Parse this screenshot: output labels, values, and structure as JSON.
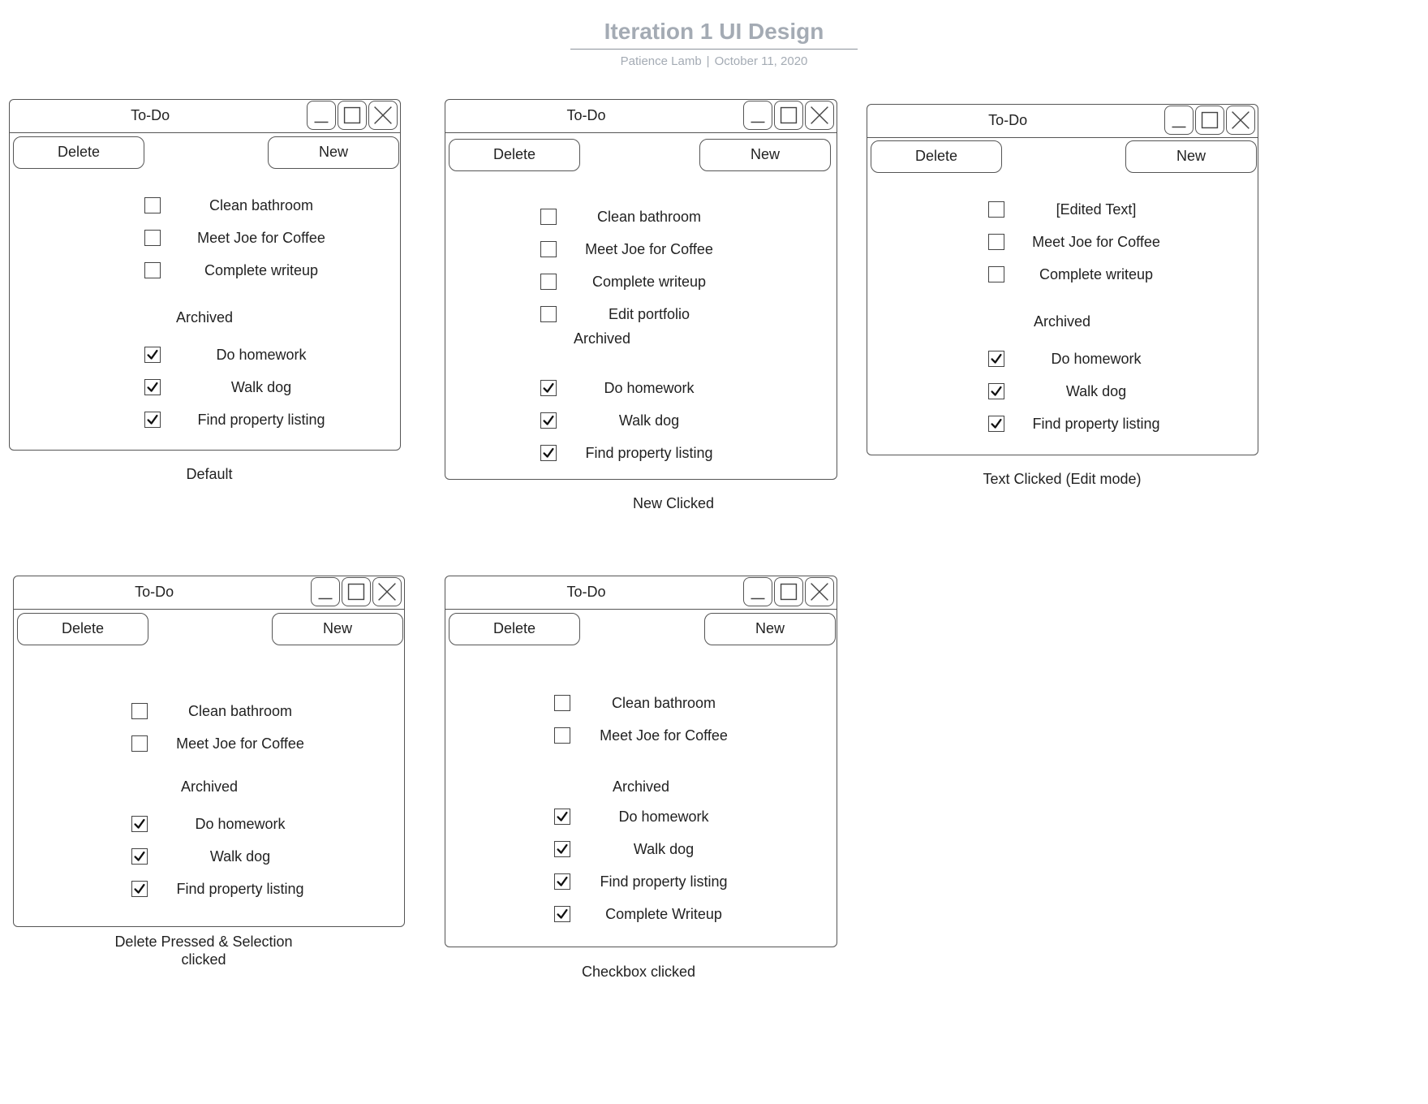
{
  "header": {
    "title": "Iteration 1 UI Design",
    "author": "Patience Lamb",
    "separator": "|",
    "date": "October 11, 2020"
  },
  "colors": {
    "stroke": "#555555",
    "text": "#222222",
    "header_text": "#a4abb4"
  },
  "icons": {
    "minimize": "minimize-icon",
    "maximize": "maximize-icon",
    "close": "close-icon",
    "check": "checkmark-icon"
  },
  "windows": [
    {
      "title": "To-Do",
      "delete_label": "Delete",
      "new_label": "New",
      "archived_label": "Archived",
      "caption": "Default",
      "active": [
        {
          "text": "Clean bathroom",
          "checked": false
        },
        {
          "text": "Meet Joe for Coffee",
          "checked": false
        },
        {
          "text": "Complete writeup",
          "checked": false
        }
      ],
      "archived": [
        {
          "text": "Do homework",
          "checked": true
        },
        {
          "text": "Walk dog",
          "checked": true
        },
        {
          "text": "Find property listing",
          "checked": true
        }
      ]
    },
    {
      "title": "To-Do",
      "delete_label": "Delete",
      "new_label": "New",
      "archived_label": "Archived",
      "caption": "New Clicked",
      "active": [
        {
          "text": "Clean bathroom",
          "checked": false
        },
        {
          "text": "Meet Joe for Coffee",
          "checked": false
        },
        {
          "text": "Complete writeup",
          "checked": false
        },
        {
          "text": "Edit portfolio",
          "checked": false
        }
      ],
      "archived": [
        {
          "text": "Do homework",
          "checked": true
        },
        {
          "text": "Walk dog",
          "checked": true
        },
        {
          "text": "Find property listing",
          "checked": true
        }
      ]
    },
    {
      "title": "To-Do",
      "delete_label": "Delete",
      "new_label": "New",
      "archived_label": "Archived",
      "caption": "Text Clicked (Edit mode)",
      "active": [
        {
          "text": "[Edited Text]",
          "checked": false
        },
        {
          "text": "Meet Joe for Coffee",
          "checked": false
        },
        {
          "text": "Complete writeup",
          "checked": false
        }
      ],
      "archived": [
        {
          "text": "Do homework",
          "checked": true
        },
        {
          "text": "Walk dog",
          "checked": true
        },
        {
          "text": "Find property listing",
          "checked": true
        }
      ]
    },
    {
      "title": "To-Do",
      "delete_label": "Delete",
      "new_label": "New",
      "archived_label": "Archived",
      "caption": "Delete Pressed & Selection clicked",
      "active": [
        {
          "text": "Clean bathroom",
          "checked": false
        },
        {
          "text": "Meet Joe for Coffee",
          "checked": false
        }
      ],
      "archived": [
        {
          "text": "Do homework",
          "checked": true
        },
        {
          "text": "Walk dog",
          "checked": true
        },
        {
          "text": "Find property listing",
          "checked": true
        }
      ]
    },
    {
      "title": "To-Do",
      "delete_label": "Delete",
      "new_label": "New",
      "archived_label": "Archived",
      "caption": "Checkbox clicked",
      "active": [
        {
          "text": "Clean bathroom",
          "checked": false
        },
        {
          "text": "Meet Joe for Coffee",
          "checked": false
        }
      ],
      "archived": [
        {
          "text": "Do homework",
          "checked": true
        },
        {
          "text": "Walk dog",
          "checked": true
        },
        {
          "text": "Find property listing",
          "checked": true
        },
        {
          "text": "Complete Writeup",
          "checked": true
        }
      ]
    }
  ]
}
